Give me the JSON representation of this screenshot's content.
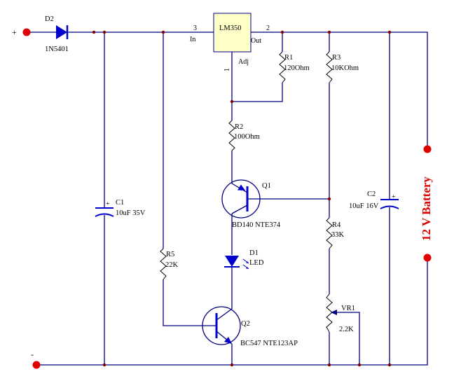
{
  "terminals": {
    "plus": "+",
    "minus": "-"
  },
  "colors": {
    "wire": "#000080",
    "component": "#0000cc",
    "regulator_fill": "#ffffc8",
    "terminal": "#e00000",
    "node": "#800000"
  },
  "components": {
    "d2": {
      "ref": "D2",
      "value": "1N5401"
    },
    "u1": {
      "ref": "LM350",
      "pin_in": "In",
      "pin_out": "Out",
      "pin_adj": "Adj",
      "pin3": "3",
      "pin2": "2",
      "pin1": "1"
    },
    "r1": {
      "ref": "R1",
      "value": "120Ohm"
    },
    "r2": {
      "ref": "R2",
      "value": "100Ohm"
    },
    "r3": {
      "ref": "R3",
      "value": "10KOhm"
    },
    "r4": {
      "ref": "R4",
      "value": "33K"
    },
    "r5": {
      "ref": "R5",
      "value": "22K"
    },
    "vr1": {
      "ref": "VR1",
      "value": "2.2K"
    },
    "c1": {
      "ref": "C1",
      "value": "10uF 35V",
      "polarity": "+"
    },
    "c2": {
      "ref": "C2",
      "value": "10uF 16V",
      "polarity": "+"
    },
    "q1": {
      "ref": "Q1",
      "part": "BD140 NTE374"
    },
    "q2": {
      "ref": "Q2",
      "part": "BC547 NTE123AP"
    },
    "d1": {
      "ref": "D1",
      "value": "LED"
    }
  },
  "battery": {
    "label": "12 V Battery"
  }
}
